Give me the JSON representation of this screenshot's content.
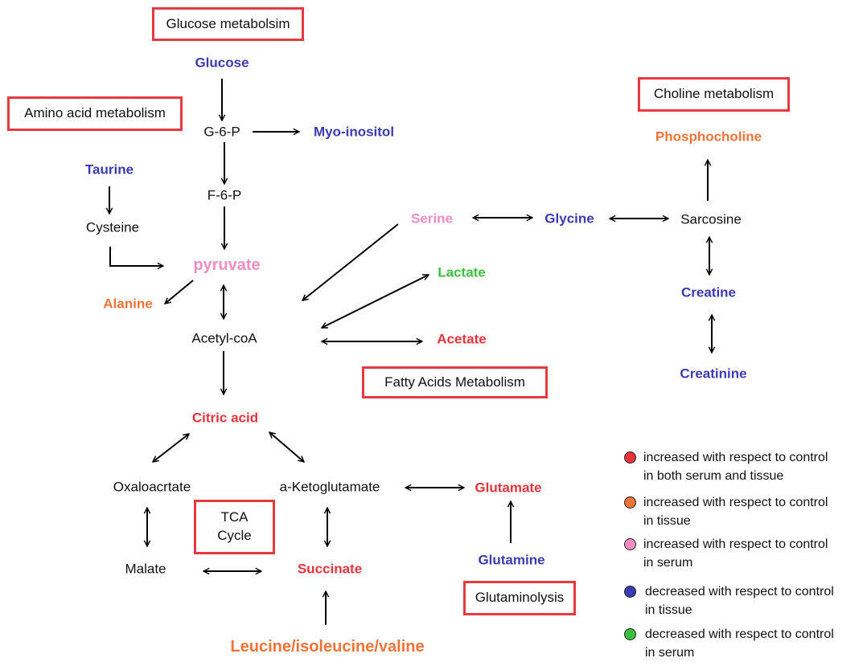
{
  "colors": {
    "increased_both": "#e8333c",
    "increased_tissue": "#f07338",
    "increased_serum": "#f08dc2",
    "decreased_tissue": "#3c3ab0",
    "decreased_serum": "#3cbf3c",
    "neutral": "#111111",
    "box_border": "#e53a40"
  },
  "boxes": {
    "glucose_metabolism": "Glucose metabolsim",
    "amino_acid_metabolism": "Amino acid metabolism",
    "choline_metabolism": "Choline metabolism",
    "fatty_acids_metabolism": "Fatty Acids Metabolism",
    "tca_cycle_line1": "TCA",
    "tca_cycle_line2": "Cycle",
    "glutaminolysis": "Glutaminolysis"
  },
  "metabolites": {
    "glucose": {
      "label": "Glucose",
      "status": "decreased_tissue"
    },
    "g6p": {
      "label": "G-6-P",
      "status": "neutral"
    },
    "myo_inositol": {
      "label": "Myo-inositol",
      "status": "decreased_tissue"
    },
    "f6p": {
      "label": "F-6-P",
      "status": "neutral"
    },
    "taurine": {
      "label": "Taurine",
      "status": "decreased_tissue"
    },
    "cysteine": {
      "label": "Cysteine",
      "status": "neutral"
    },
    "pyruvate": {
      "label": "pyruvate",
      "status": "increased_serum"
    },
    "alanine": {
      "label": "Alanine",
      "status": "increased_tissue"
    },
    "acetyl_coa": {
      "label": "Acetyl-coA",
      "status": "neutral"
    },
    "serine": {
      "label": "Serine",
      "status": "increased_serum"
    },
    "glycine": {
      "label": "Glycine",
      "status": "decreased_tissue"
    },
    "sarcosine": {
      "label": "Sarcosine",
      "status": "neutral"
    },
    "phosphocholine": {
      "label": "Phosphocholine",
      "status": "increased_tissue"
    },
    "creatine": {
      "label": "Creatine",
      "status": "decreased_tissue"
    },
    "creatinine": {
      "label": "Creatinine",
      "status": "decreased_tissue"
    },
    "lactate": {
      "label": "Lactate",
      "status": "decreased_serum"
    },
    "acetate": {
      "label": "Acetate",
      "status": "increased_both"
    },
    "citric_acid": {
      "label": "Citric acid",
      "status": "increased_both"
    },
    "oxaloacetate": {
      "label": "Oxaloacrtate",
      "status": "neutral"
    },
    "a_ketoglutarate": {
      "label": "a-Ketoglutamate",
      "status": "neutral"
    },
    "glutamate": {
      "label": "Glutamate",
      "status": "increased_both"
    },
    "malate": {
      "label": "Malate",
      "status": "neutral"
    },
    "succinate": {
      "label": "Succinate",
      "status": "increased_both"
    },
    "glutamine": {
      "label": "Glutamine",
      "status": "decreased_tissue"
    },
    "bcaa": {
      "label": "Leucine/isoleucine/valine",
      "status": "increased_tissue"
    }
  },
  "legend": [
    {
      "status": "increased_both",
      "line1": "increased  with  respect  to  control",
      "line2": "in both serum and tissue"
    },
    {
      "status": "increased_tissue",
      "line1": "increased  with  respect  to  control",
      "line2": "in tissue"
    },
    {
      "status": "increased_serum",
      "line1": "increased with respect to control",
      "line2": "in serum"
    },
    {
      "status": "decreased_tissue",
      "line1": "decreased  with  respect  to  control",
      "line2": "in tissue"
    },
    {
      "status": "decreased_serum",
      "line1": "decreased  with  respect  to  control",
      "line2": "in serum"
    }
  ],
  "edges": [
    {
      "from": "glucose",
      "to": "g6p",
      "type": "forward"
    },
    {
      "from": "g6p",
      "to": "myo_inositol",
      "type": "forward"
    },
    {
      "from": "g6p",
      "to": "f6p",
      "type": "forward"
    },
    {
      "from": "f6p",
      "to": "pyruvate",
      "type": "forward"
    },
    {
      "from": "taurine",
      "to": "cysteine",
      "type": "forward"
    },
    {
      "from": "cysteine",
      "to": "pyruvate",
      "type": "forward"
    },
    {
      "from": "pyruvate",
      "to": "alanine",
      "type": "forward"
    },
    {
      "from": "pyruvate",
      "to": "acetyl_coa",
      "type": "bidirectional"
    },
    {
      "from": "serine",
      "to": "acetyl_coa",
      "type": "forward"
    },
    {
      "from": "acetyl_coa",
      "to": "lactate",
      "type": "bidirectional"
    },
    {
      "from": "acetyl_coa",
      "to": "acetate",
      "type": "bidirectional"
    },
    {
      "from": "serine",
      "to": "glycine",
      "type": "bidirectional"
    },
    {
      "from": "glycine",
      "to": "sarcosine",
      "type": "bidirectional"
    },
    {
      "from": "sarcosine",
      "to": "phosphocholine",
      "type": "forward"
    },
    {
      "from": "sarcosine",
      "to": "creatine",
      "type": "bidirectional"
    },
    {
      "from": "creatine",
      "to": "creatinine",
      "type": "bidirectional"
    },
    {
      "from": "acetyl_coa",
      "to": "citric_acid",
      "type": "forward"
    },
    {
      "from": "citric_acid",
      "to": "oxaloacetate",
      "type": "bidirectional"
    },
    {
      "from": "citric_acid",
      "to": "a_ketoglutarate",
      "type": "bidirectional"
    },
    {
      "from": "a_ketoglutarate",
      "to": "glutamate",
      "type": "bidirectional"
    },
    {
      "from": "oxaloacetate",
      "to": "malate",
      "type": "bidirectional"
    },
    {
      "from": "a_ketoglutarate",
      "to": "succinate",
      "type": "bidirectional"
    },
    {
      "from": "malate",
      "to": "succinate",
      "type": "bidirectional"
    },
    {
      "from": "glutamine",
      "to": "glutamate",
      "type": "forward"
    },
    {
      "from": "bcaa",
      "to": "succinate",
      "type": "forward"
    }
  ]
}
